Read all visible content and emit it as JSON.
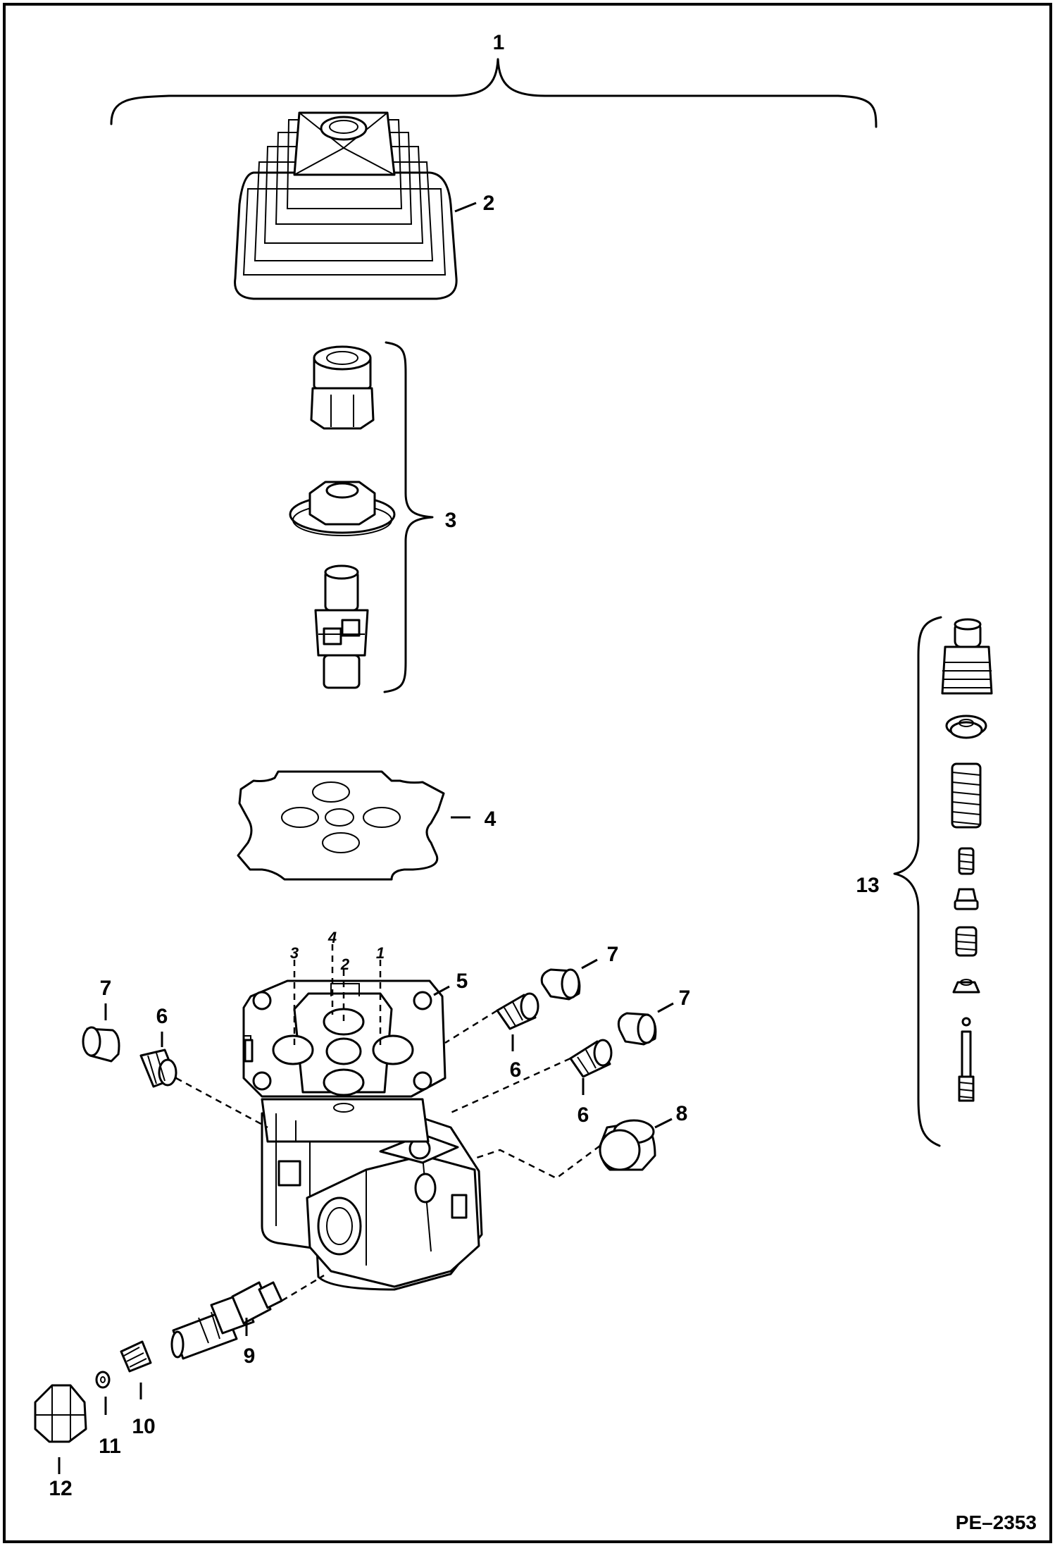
{
  "callouts": [
    "1",
    "2",
    "3",
    "4",
    "5",
    "6",
    "6",
    "6",
    "7",
    "7",
    "7",
    "8",
    "9",
    "10",
    "11",
    "12",
    "13"
  ],
  "port_labels": [
    "3",
    "4",
    "2",
    "1"
  ],
  "drawing_code": "PE–2353"
}
